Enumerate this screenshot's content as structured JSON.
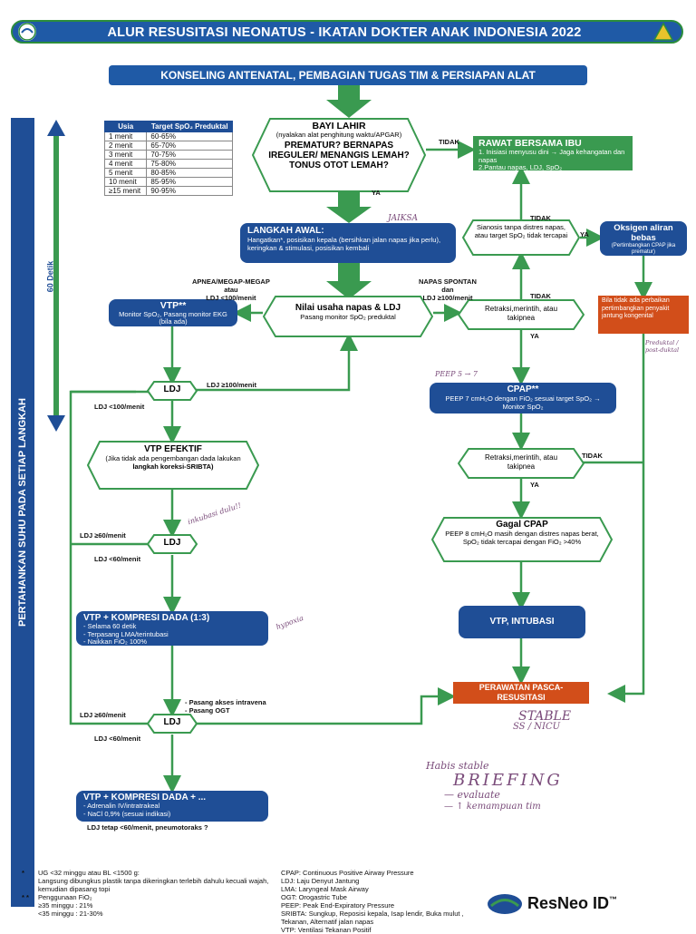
{
  "header": {
    "title": "ALUR RESUSITASI NEONATUS - IKATAN DOKTER ANAK INDONESIA 2022"
  },
  "banner": "KONSELING ANTENATAL, PEMBAGIAN TUGAS TIM & PERSIAPAN ALAT",
  "side_label": "PERTAHANKAN SUHU PADA SETIAP LANGKAH",
  "timer_label": "60 Detik",
  "spo2_table": {
    "headers": [
      "Usia",
      "Target SpO₂ Preduktal"
    ],
    "rows": [
      [
        "1 menit",
        "60-65%"
      ],
      [
        "2 menit",
        "65-70%"
      ],
      [
        "3 menit",
        "70-75%"
      ],
      [
        "4 menit",
        "75-80%"
      ],
      [
        "5 menit",
        "80-85%"
      ],
      [
        "10 menit",
        "85-95%"
      ],
      [
        "≥15 menit",
        "90-95%"
      ]
    ]
  },
  "nodes": {
    "birth": {
      "title": "BAYI LAHIR",
      "sub": "(nyalakan alat penghitung waktu/APGAR)",
      "question": "PREMATUR? BERNAPAS IREGULER/ MENANGIS LEMAH? TONUS OTOT LEMAH?"
    },
    "rawat": {
      "title": "RAWAT BERSAMA IBU",
      "items": [
        "1. Inisiasi menyusu dini → Jaga kehangatan dan napas",
        "2.Pantau napas, LDJ, SpO₂"
      ]
    },
    "langkah": {
      "title": "LANGKAH AWAL:",
      "text": "Hangatkan*, posisikan kepala (bersihkan jalan napas jika perlu), keringkan & stimulasi, posisikan kembali"
    },
    "sianosis": "Sianosis tanpa distres napas, atau target SpO₂ tidak tercapai",
    "oksigen": {
      "title": "Oksigen aliran bebas",
      "sub": "(Pertimbangkan CPAP jika prematur)"
    },
    "nilai": {
      "title": "Nilai usaha napas & LDJ",
      "sub": "Pasang monitor SpO₂ preduktal"
    },
    "vtp1": {
      "title": "VTP**",
      "text": "Monitor SpO₂, Pasang monitor EKG (bila ada)"
    },
    "retraksi1": "Retraksi,merintih, atau takipnea",
    "kelainan": "Bila tidak ada perbaikan pertimbangkan penyakit jantung kongenital",
    "ldj1": "LDJ",
    "cpap": {
      "title": "CPAP**",
      "text": "PEEP 7 cmH₂O dengan FiO₂ sesuai target SpO₂ → Monitor SpO₂"
    },
    "vtp_efektif": {
      "title": "VTP EFEKTIF",
      "text": "(Jika tidak ada pengembangan dada lakukan",
      "text2": "langkah koreksi-SRIBTA)"
    },
    "retraksi2": "Retraksi,merintih, atau takipnea",
    "ldj2": "LDJ",
    "gagal": {
      "title": "Gagal CPAP",
      "text": "PEEP 8 cmH₂O masih dengan distres napas berat, SpO₂ tidak tercapai dengan FiO₂ >40%"
    },
    "vtp_kompresi": {
      "title": "VTP + KOMPRESI DADA (1:3)",
      "items": [
        "- Selama 60 detik",
        "- Terpasang LMA/terintubasi",
        "- Naikkan FiO₂ 100%"
      ]
    },
    "intubasi": "VTP, INTUBASI",
    "ldj3": "LDJ",
    "perawatan": "PERAWATAN PASCA-RESUSITASI",
    "vtp_kompresi2": {
      "title": "VTP + KOMPRESI DADA + ...",
      "items": [
        "- Adrenalin IV/intratrakeal",
        "- NaCl 0,9% (sesuai indikasi)"
      ]
    }
  },
  "labels": {
    "tidak1": "TIDAK",
    "ya1": "YA",
    "tidak2": "TIDAK",
    "ya2": "YA",
    "tidak3": "TIDAK",
    "ya3": "YA",
    "tidak4": "TIDAK",
    "ya4": "YA",
    "apnea": "APNEA/MEGAP-MEGAP",
    "apnea2": "atau",
    "apnea3": "LDJ <100/menit",
    "spontan": "NAPAS SPONTAN",
    "spontan2": "dan",
    "spontan3": "LDJ ≥100/menit",
    "ldj_ge100": "LDJ ≥100/menit",
    "ldj_lt100": "LDJ <100/menit",
    "ldj_ge60a": "LDJ ≥60/menit",
    "ldj_lt60a": "LDJ <60/menit",
    "ldj_ge60b": "LDJ ≥60/menit",
    "ldj_lt60b": "LDJ <60/menit",
    "akses1": "- Pasang akses intravena",
    "akses2": "- Pasang OGT",
    "ldj_tetap": "LDJ tetap <60/menit, pneumotoraks ?"
  },
  "footnotes": {
    "f1_mark": "*",
    "f1a": "UG <32 minggu atau BL <1500 g:",
    "f1b": "Langsung dibungkus plastik tanpa dikeringkan terlebih dahulu kecuali wajah, kemudian dipasang topi",
    "f2_mark": "* *",
    "f2a": "Penggunaan FiO₂",
    "f2b": "≥35 minggu : 21%",
    "f2c": "<35 minggu : 21-30%",
    "g1": "CPAP: Continuous Positive Airway Pressure",
    "g2": "LDJ: Laju Denyut Jantung",
    "g3": "LMA: Laryngeal Mask Airway",
    "g4": "OGT: Orogastric Tube",
    "g5": "PEEP: Peak End-Expiratory Pressure",
    "g6": "SRIBTA: Sungkup, Reposisi kepala, Isap lendir, Buka mulut , Tekanan, Alternatif jalan napas",
    "g7": "VTP: Ventilasi Tekanan Positif"
  },
  "brand": {
    "name": "ResNeo ID",
    "tm": "™"
  },
  "handwriting": {
    "h1": "Habis stable",
    "h2": "BRIEFING",
    "h3": "— evaluate",
    "h4": "— ↑ kemampuan tim",
    "h5": "hypoxia",
    "h6": "SS / NICU",
    "h7": "STABLE",
    "h8": "JAIKSA",
    "h9": "PEEP 5 → 7",
    "h10": "inkubasi dulu!!",
    "h11": "Preduktal / post-duktal"
  },
  "colors": {
    "blue": "#1f4e96",
    "green": "#3a9a50",
    "orange": "#d24e1a"
  }
}
